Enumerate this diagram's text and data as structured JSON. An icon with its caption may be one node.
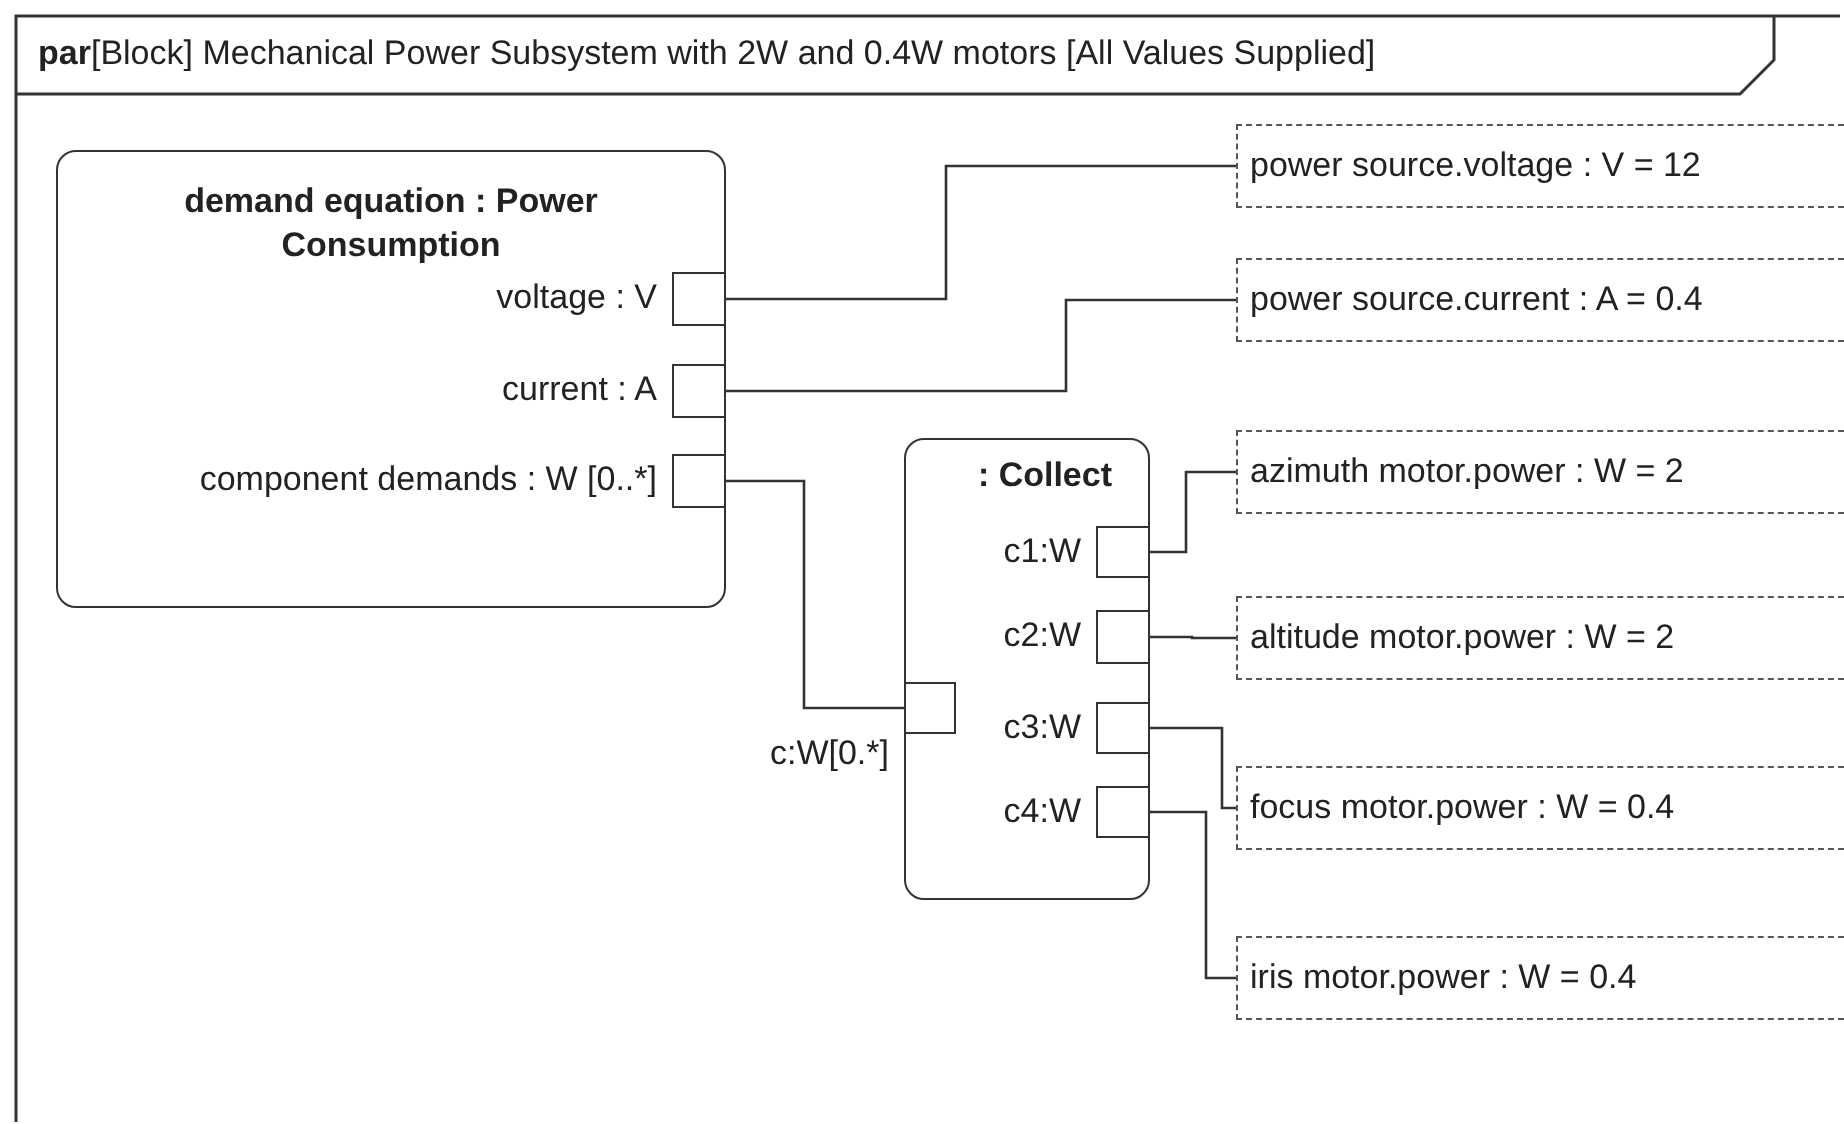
{
  "diagram": {
    "title": "**par**[Block] Mechanical Power Subsystem with 2W and 0.4W motors [All Values Supplied]",
    "nodes": [
      {
        "text": [
          "demand equation : Power Consumption"
        ]
      },
      {
        "text": [],
        "shape": "box",
        "in": 0,
        "beside": [
          "voltage : V"
        ]
      },
      {
        "text": [],
        "shape": "box",
        "in": 0,
        "beside": [
          "current : A"
        ]
      },
      {
        "text": [],
        "shape": "box",
        "in": 0,
        "beside": [
          "component demands : W [0..*]"
        ]
      },
      {
        "text": [
          ": Collect"
        ]
      },
      {
        "text": [],
        "shape": "box",
        "in": 4,
        "beside": [
          "c:W[0.*]"
        ]
      },
      {
        "text": [],
        "shape": "box",
        "in": 4,
        "beside": [
          "c1:W"
        ]
      },
      {
        "text": [],
        "shape": "box",
        "in": 4,
        "beside": [
          "c2:W"
        ]
      },
      {
        "text": [],
        "shape": "box",
        "in": 4,
        "beside": [
          "c3:W"
        ]
      },
      {
        "text": [],
        "shape": "box",
        "in": 4,
        "beside": [
          "c4:W"
        ]
      },
      {
        "text": [
          "power source.voltage : V = 12"
        ]
      },
      {
        "text": [
          "power source.current : A = 0.4"
        ]
      },
      {
        "text": [
          "azimuth motor.power : W = 2"
        ]
      },
      {
        "text": [
          "altitude motor.power : W = 2"
        ]
      },
      {
        "text": [
          "focus motor.power : W = 0.4"
        ]
      },
      {
        "text": [
          "iris motor.power : W = 0.4"
        ]
      }
    ],
    "edges": [
      {
        "from": 1,
        "to": 10,
        "arrow": "none"
      },
      {
        "from": 2,
        "to": 11,
        "arrow": "none"
      },
      {
        "from": 3,
        "to": 5,
        "arrow": "none"
      },
      {
        "from": 6,
        "to": 12,
        "arrow": "none"
      },
      {
        "from": 7,
        "to": 13,
        "arrow": "none"
      },
      {
        "from": 8,
        "to": 14,
        "arrow": "none"
      },
      {
        "from": 9,
        "to": 15,
        "arrow": "none"
      }
    ]
  }
}
